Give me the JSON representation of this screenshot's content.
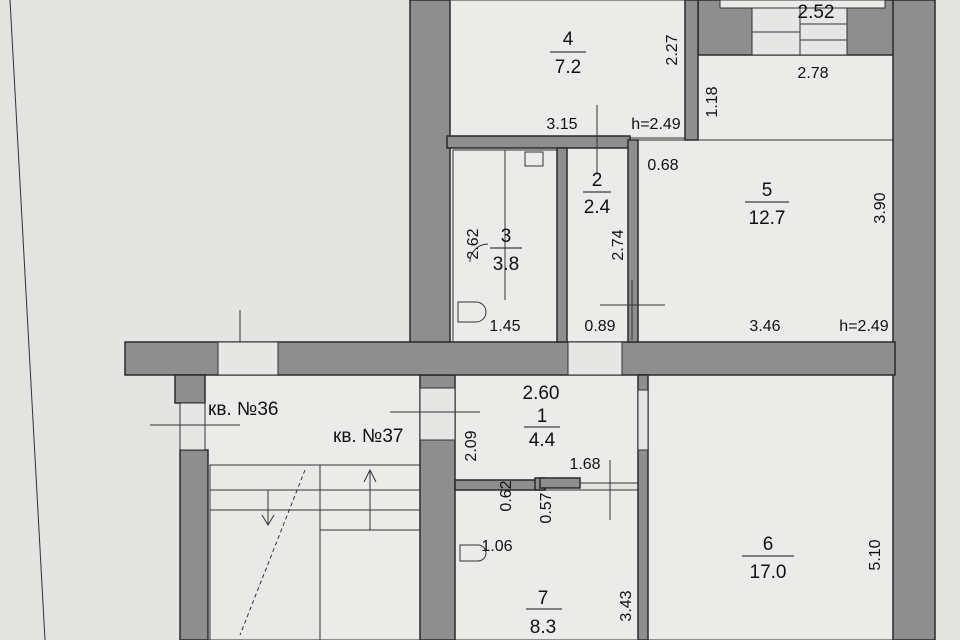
{
  "plan": {
    "rooms": [
      {
        "number": "4",
        "area": "7.2"
      },
      {
        "number": "2",
        "area": "2.4"
      },
      {
        "number": "3",
        "area": "3.8"
      },
      {
        "number": "5",
        "area": "12.7"
      },
      {
        "number": "1",
        "area": "4.4"
      },
      {
        "number": "6",
        "area": "17.0"
      },
      {
        "number": "7",
        "area": "8.3"
      }
    ],
    "dimensions": {
      "d_2_52": "2.52",
      "d_2_27": "2.27",
      "d_2_78": "2.78",
      "d_1_18": "1.18",
      "d_3_15": "3.15",
      "h_top": "h=2.49",
      "d_0_68": "0.68",
      "d_3_90": "3.90",
      "d_2_62": "2.62",
      "d_2_74": "2.74",
      "d_1_45": "1.45",
      "d_0_89": "0.89",
      "d_3_46": "3.46",
      "h_mid": "h=2.49",
      "d_2_60": "2.60",
      "d_2_09": "2.09",
      "d_1_68": "1.68",
      "d_0_62": "0.62",
      "d_0_57": "0.57",
      "d_1_06": "1.06",
      "d_3_43": "3.43",
      "d_5_10": "5.10"
    },
    "labels": {
      "apt36": "кв. №36",
      "apt37": "кв. №37"
    },
    "colors": {
      "wall": "#8e8e8e",
      "room": "#ebebea",
      "paper": "#e2e2e0"
    }
  }
}
